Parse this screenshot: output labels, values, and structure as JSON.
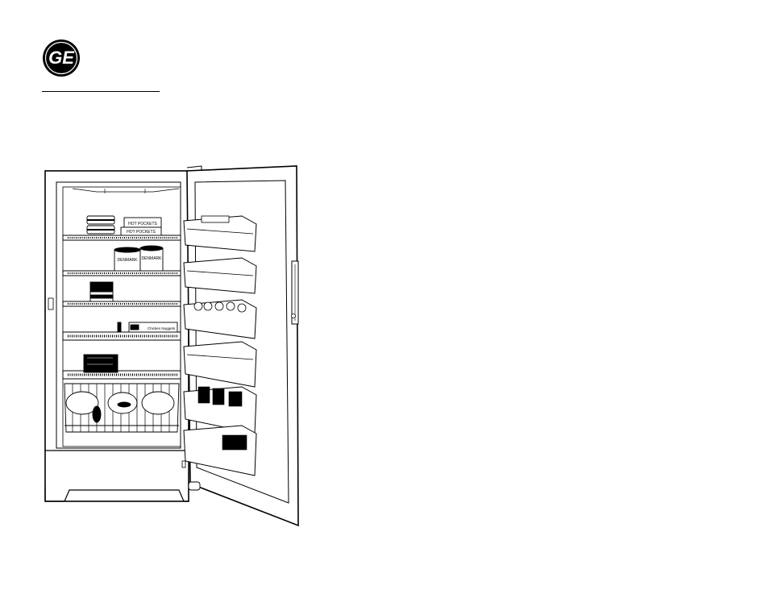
{
  "brand": {
    "logo_text": "GE",
    "logo_color": "#000000"
  },
  "illustration": {
    "icon": "upright-freezer-open-door",
    "package_labels": {
      "hot_pockets": "HOT POCKETS",
      "dreyers": "DENMARK",
      "nuggets": "Chicken Nuggets"
    }
  }
}
